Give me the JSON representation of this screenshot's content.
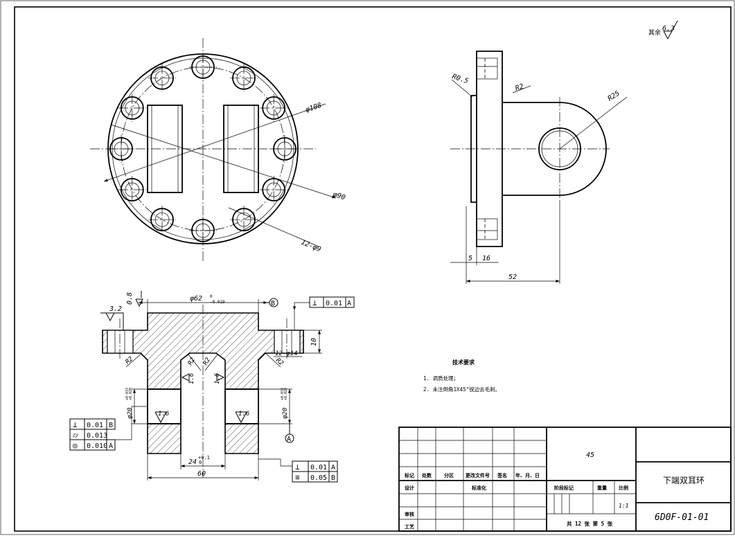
{
  "drawing": {
    "surface_note": {
      "prefix": "其余",
      "value": "6.3"
    },
    "dims_front": {
      "d108": "φ108",
      "d90": "φ90",
      "holes": "12-φ9"
    },
    "dims_side": {
      "r05": "R0.5",
      "r2": "R2",
      "r25": "R25",
      "d5": "5",
      "d16": "16",
      "d52": "52"
    },
    "dims_section": {
      "roughness_32": "3.2",
      "roughness_08": "0.8",
      "d62": "φ62",
      "d62_tol_upper": "0",
      "d62_tol_lower": "-0.019",
      "datum_b": "B",
      "datum_a": "A",
      "d10": "10",
      "holes_14": "12-φ14",
      "r2_left": "R2",
      "r2_right": "R2",
      "r2_inner_l": "R2",
      "r2_inner_r": "R2",
      "rough_16_a": "1.6",
      "rough_16_b": "1.6",
      "rough_16_c": "1.6",
      "rough_16_d": "1.6",
      "d20_left": "φ20",
      "d20_right": "φ20",
      "d20_tol_upper": "+0.033",
      "d20_tol_lower": "+0.020",
      "d24": "24",
      "d24_tol_upper": "+0.1",
      "d24_tol_lower": "0",
      "d60": "60"
    },
    "fcf_top": {
      "symbol": "⊥",
      "value": "0.01",
      "datum": "A"
    },
    "fcf_left": [
      {
        "symbol": "⊥",
        "value": "0.01",
        "datum": "B"
      },
      {
        "symbol": "⌭",
        "value": "0.013",
        "datum": ""
      },
      {
        "symbol": "◎",
        "value": "0.010",
        "datum": "A"
      }
    ],
    "fcf_bottom": [
      {
        "symbol": "⊥",
        "value": "0.01",
        "datum": "A"
      },
      {
        "symbol": "≡",
        "value": "0.05",
        "datum": "B"
      }
    ]
  },
  "notes": {
    "title": "技术要求",
    "items": [
      "1. 调质处理；",
      "2. 未注倒角1X45°锐边去毛刺。"
    ]
  },
  "title_block": {
    "material": "45",
    "part_name": "下端双耳环",
    "drawing_no": "6D0F-01-01",
    "scale_label": "比例",
    "scale": "1:1",
    "weight_label": "重量",
    "stage_label": "阶段标记",
    "sheets": "共 12 张  第 5 张",
    "headers": [
      "标记",
      "处数",
      "分区",
      "更改文件号",
      "签名",
      "年、月、日"
    ],
    "design": "设计",
    "standard": "标准化",
    "review": "审核",
    "process": "工艺"
  }
}
